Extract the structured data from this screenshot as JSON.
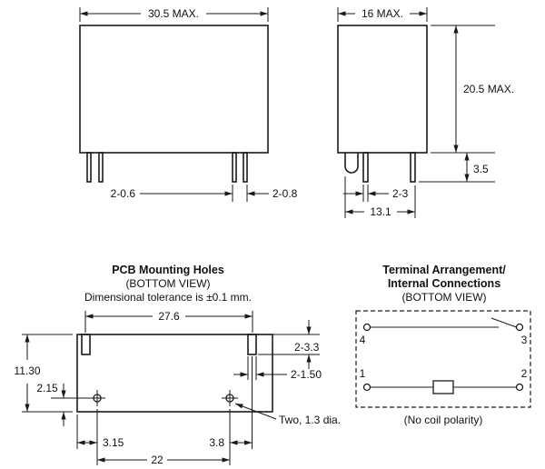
{
  "front_view": {
    "dim_width": "30.5 MAX.",
    "dim_pins_left": "2-0.6",
    "dim_pins_right": "2-0.8"
  },
  "side_view": {
    "dim_width": "16 MAX.",
    "dim_height": "20.5 MAX.",
    "dim_pin_length": "3.5",
    "dim_pin_width": "2-3",
    "dim_base_width": "13.1"
  },
  "pcb_holes": {
    "title": "PCB Mounting Holes",
    "view_label": "(BOTTOM VIEW)",
    "tolerance_note": "Dimensional tolerance is ±0.1 mm.",
    "dim_slot_span": "27.6",
    "dim_height": "11.30",
    "dim_hole_offset": "2.15",
    "dim_slot_length": "2-3.3",
    "dim_slot_width": "2-1.50",
    "dim_edge_to_hole": "3.15",
    "dim_hole_to_slot": "3.8",
    "dim_hole_span": "22",
    "holes_note": "Two, 1.3 dia."
  },
  "terminal_diagram": {
    "title_line1": "Terminal Arrangement/",
    "title_line2": "Internal Connections",
    "view_label": "(BOTTOM VIEW)",
    "terminals": {
      "t1": "1",
      "t2": "2",
      "t3": "3",
      "t4": "4"
    },
    "note": "(No coil polarity)"
  }
}
